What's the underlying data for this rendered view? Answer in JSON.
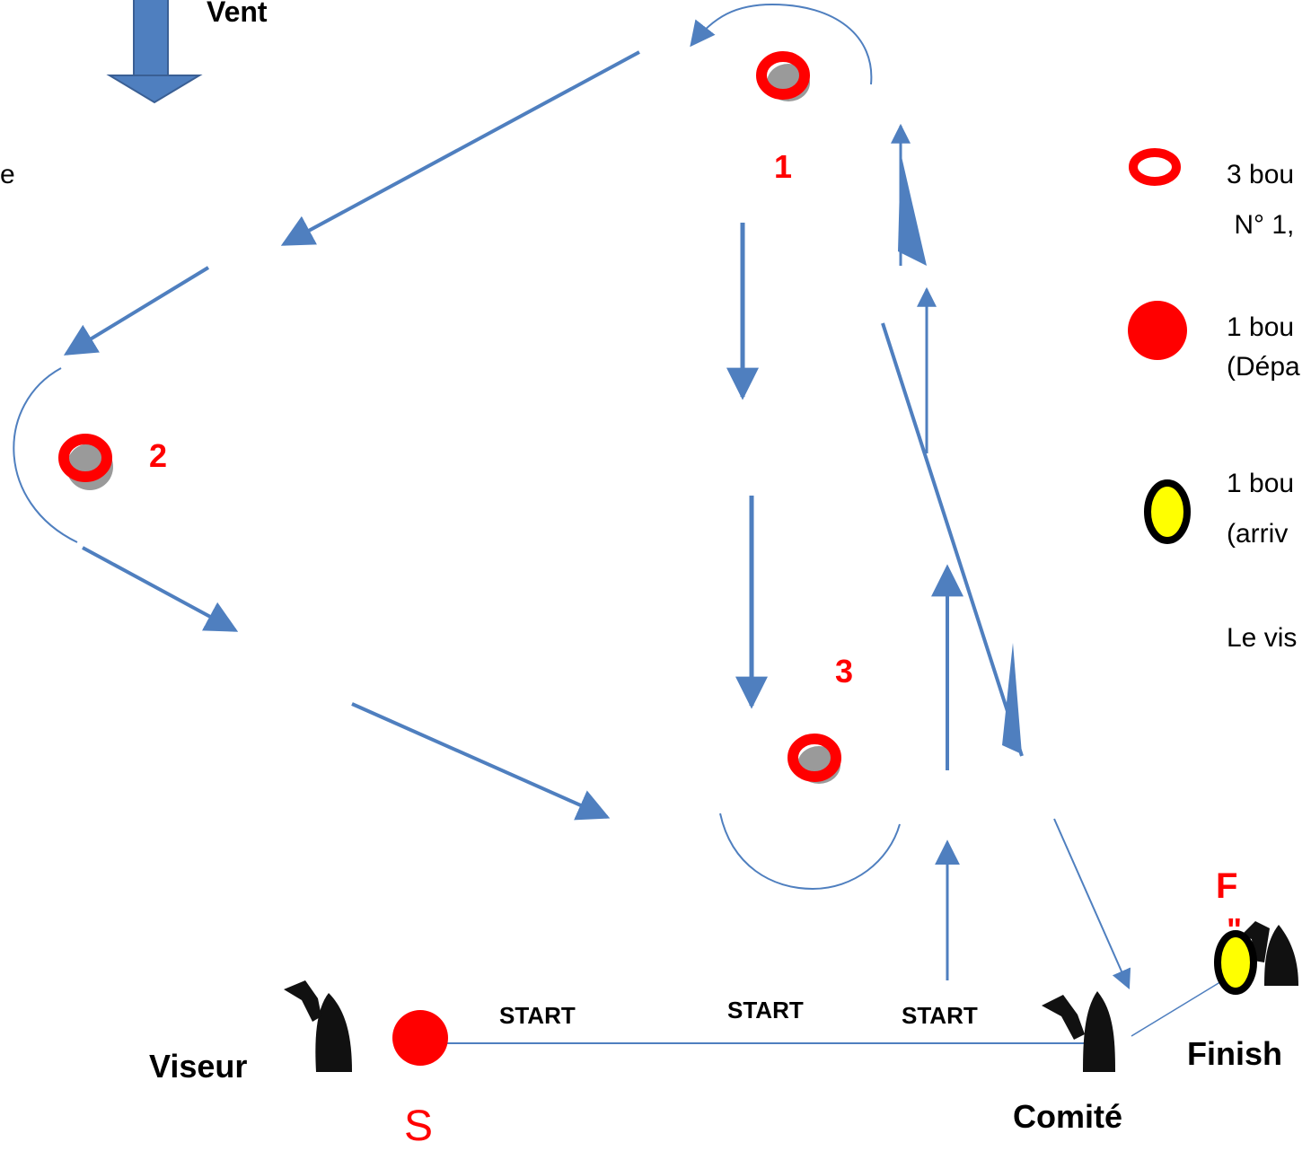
{
  "wind_label": "Vent",
  "left_edge_text": "e",
  "marks": [
    {
      "id": "1",
      "label": "1"
    },
    {
      "id": "2",
      "label": "2"
    },
    {
      "id": "3",
      "label": "3"
    }
  ],
  "start_labels": [
    "START",
    "START",
    "START"
  ],
  "start_mark_label": "S",
  "finish_mark_label": "F",
  "finish_mark_sublabel": "\"",
  "boats": {
    "viseur": "Viseur",
    "comite": "Comité",
    "finish": "Finish"
  },
  "legend": [
    {
      "icon": "red-ring-buoy-icon",
      "line1": "3 bou",
      "line2": " N° 1,"
    },
    {
      "icon": "red-solid-buoy-icon",
      "line1": "1 bou",
      "line2": "(Dépa"
    },
    {
      "icon": "yellow-buoy-icon",
      "line1": "1 bou",
      "line2": "(arriv"
    },
    {
      "icon": "",
      "line1": "Le vis",
      "line2": ""
    }
  ],
  "colors": {
    "arrow": "#4f7fbf",
    "mark_red": "#ff0000",
    "mark_shadow": "#9a9a9a",
    "finish_yellow": "#ffff00",
    "boat": "#111111",
    "label_red": "#ff0000"
  }
}
